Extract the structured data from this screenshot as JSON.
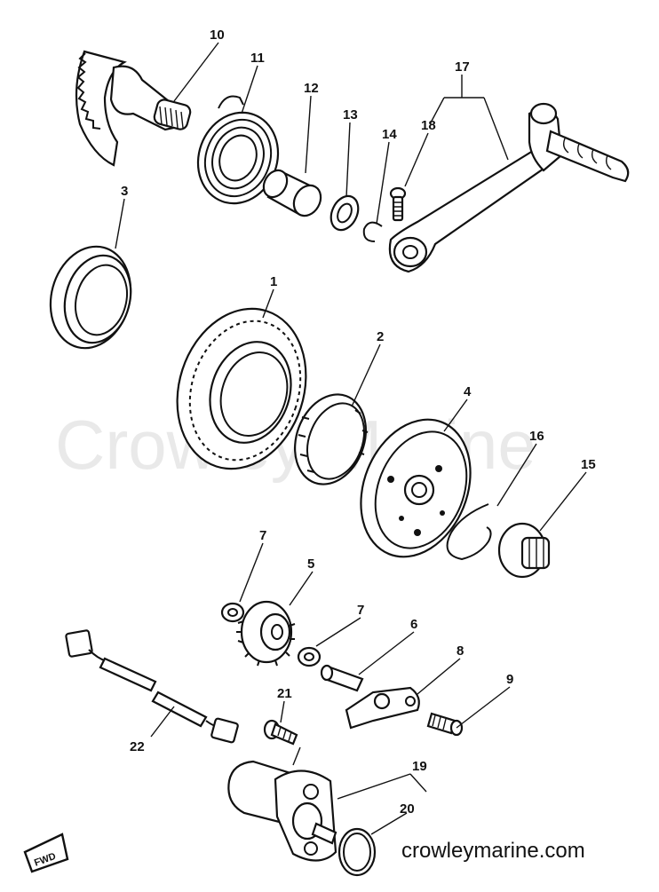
{
  "watermark": "Crowley Marine",
  "website": "crowleymarine.com",
  "fwd_badge": "FWD",
  "callouts": [
    {
      "id": "label-1",
      "text": "1"
    },
    {
      "id": "label-2",
      "text": "2"
    },
    {
      "id": "label-3",
      "text": "3"
    },
    {
      "id": "label-4",
      "text": "4"
    },
    {
      "id": "label-5",
      "text": "5"
    },
    {
      "id": "label-6",
      "text": "6"
    },
    {
      "id": "label-7a",
      "text": "7"
    },
    {
      "id": "label-7b",
      "text": "7"
    },
    {
      "id": "label-8",
      "text": "8"
    },
    {
      "id": "label-9",
      "text": "9"
    },
    {
      "id": "label-10",
      "text": "10"
    },
    {
      "id": "label-11",
      "text": "11"
    },
    {
      "id": "label-12",
      "text": "12"
    },
    {
      "id": "label-13",
      "text": "13"
    },
    {
      "id": "label-14",
      "text": "14"
    },
    {
      "id": "label-15",
      "text": "15"
    },
    {
      "id": "label-16",
      "text": "16"
    },
    {
      "id": "label-17",
      "text": "17"
    },
    {
      "id": "label-18",
      "text": "18"
    },
    {
      "id": "label-19",
      "text": "19"
    },
    {
      "id": "label-20",
      "text": "20"
    },
    {
      "id": "label-21",
      "text": "21"
    },
    {
      "id": "label-22",
      "text": "22"
    }
  ]
}
